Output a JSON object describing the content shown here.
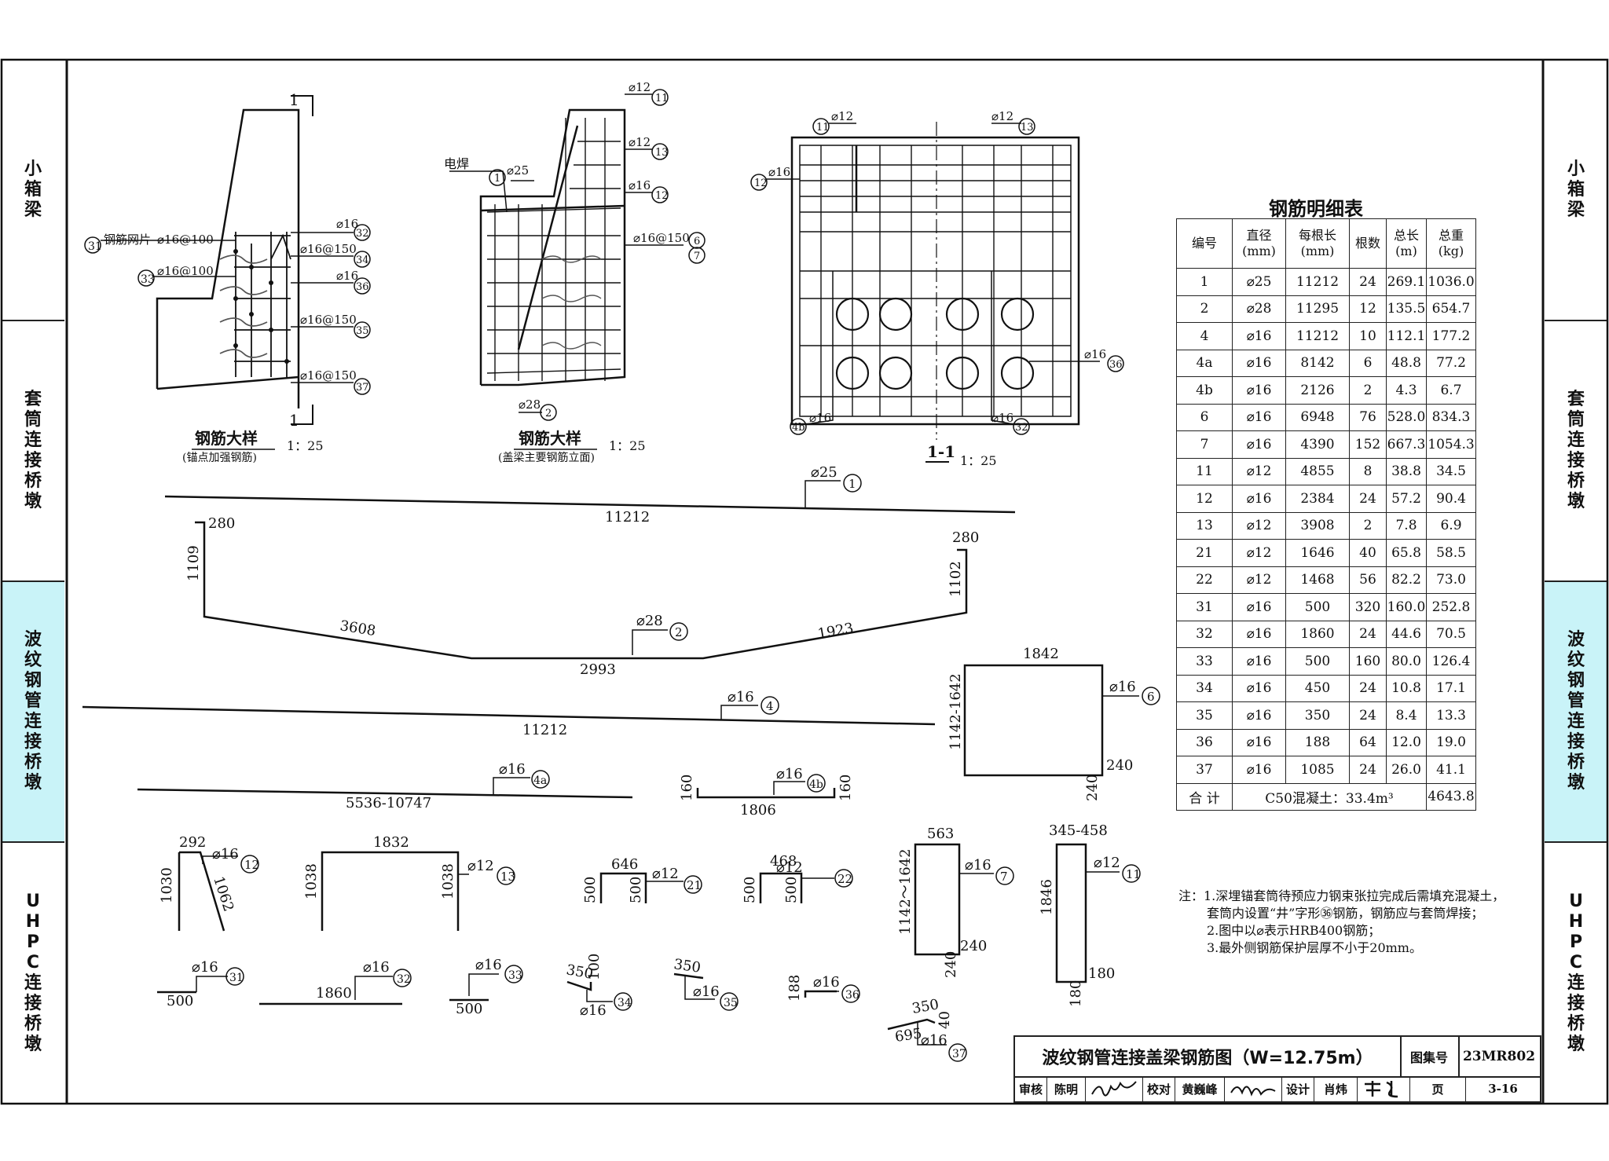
{
  "side_tabs_left": [
    {
      "label": "小箱梁",
      "active": false
    },
    {
      "label": "套筒连接桥墩",
      "active": false
    },
    {
      "label": "波纹钢管连接桥墩",
      "active": true
    },
    {
      "label": "UHPC连接桥墩",
      "active": false
    }
  ],
  "side_tabs_right": [
    {
      "label": "小箱梁",
      "active": false
    },
    {
      "label": "套筒连接桥墩",
      "active": false
    },
    {
      "label": "波纹钢管连接桥墩",
      "active": true
    },
    {
      "label": "UHPC连接桥墩",
      "active": false
    }
  ],
  "colors": {
    "highlight_tab": "#c9f3f8",
    "line": "#111111"
  },
  "views": {
    "detail1": {
      "title": "钢筋大样",
      "subtitle": "(锚点加强钢筋)",
      "scale": "1：25",
      "section_mark": "1",
      "mesh_label": "钢筋网片"
    },
    "detail2": {
      "title": "钢筋大样",
      "subtitle": "(盖梁主要钢筋立面)",
      "scale": "1：25",
      "weld_label": "电焊"
    },
    "section": {
      "title": "1-1",
      "scale": "1：25"
    }
  },
  "callouts": {
    "d1": [
      {
        "spec": "⌀16@100",
        "num": "31"
      },
      {
        "spec": "⌀16@100",
        "num": "33"
      },
      {
        "spec": "⌀16",
        "num": "32"
      },
      {
        "spec": "⌀16@150",
        "num": "34"
      },
      {
        "spec": "⌀16",
        "num": "36"
      },
      {
        "spec": "⌀16@150",
        "num": "35"
      },
      {
        "spec": "⌀16@150",
        "num": "37"
      }
    ],
    "d2": [
      {
        "spec": "⌀25",
        "num": "1"
      },
      {
        "spec": "⌀12",
        "num": "11"
      },
      {
        "spec": "⌀12",
        "num": "13"
      },
      {
        "spec": "⌀16",
        "num": "12"
      },
      {
        "spec": "⌀16@150",
        "num": "6"
      },
      {
        "num": "7"
      },
      {
        "spec": "⌀28",
        "num": "2"
      }
    ],
    "sec": [
      {
        "spec": "⌀12",
        "num": "11"
      },
      {
        "spec": "⌀12",
        "num": "13"
      },
      {
        "spec": "⌀16",
        "num": "12"
      },
      {
        "spec": "⌀16",
        "num": "36"
      },
      {
        "spec": "⌀16",
        "num": "4b"
      },
      {
        "spec": "⌀16",
        "num": "32"
      }
    ]
  },
  "bars": {
    "b1": {
      "spec": "⌀25",
      "num": "1",
      "len": "11212"
    },
    "b2": {
      "spec": "⌀28",
      "num": "2",
      "a": "280",
      "b": "1109",
      "c": "3608",
      "d": "2993",
      "e": "1923",
      "f": "1102",
      "g": "280"
    },
    "b4": {
      "spec": "⌀16",
      "num": "4",
      "len": "11212"
    },
    "b4a": {
      "spec": "⌀16",
      "num": "4a",
      "len": "5536-10747"
    },
    "b4b": {
      "spec": "⌀16",
      "num": "4b",
      "a": "160",
      "len": "1806",
      "b": "160"
    },
    "b6": {
      "spec": "⌀16",
      "num": "6",
      "w": "1842",
      "h": "1142-1642",
      "c": "240",
      "d": "240"
    },
    "b12": {
      "spec": "⌀16",
      "num": "12",
      "a": "292",
      "b": "1030",
      "c": "1062"
    },
    "b13": {
      "spec": "⌀12",
      "num": "13",
      "w": "1832",
      "h1": "1038",
      "h2": "1038"
    },
    "b21": {
      "spec": "⌀12",
      "num": "21",
      "w": "646",
      "h1": "500",
      "h2": "500"
    },
    "b22": {
      "spec": "⌀12",
      "num": "22",
      "w": "468",
      "h1": "500",
      "h2": "500"
    },
    "b7": {
      "spec": "⌀16",
      "num": "7",
      "w": "563",
      "h": "1142～1642",
      "c": "240",
      "d": "240"
    },
    "b11": {
      "spec": "⌀12",
      "num": "11",
      "w": "345-458",
      "h": "1846",
      "c": "180",
      "d": "180"
    },
    "b31": {
      "spec": "⌀16",
      "num": "31",
      "len": "500"
    },
    "b32": {
      "spec": "⌀16",
      "num": "32",
      "len": "1860"
    },
    "b33": {
      "spec": "⌀16",
      "num": "33",
      "len": "500"
    },
    "b34": {
      "spec": "⌀16",
      "num": "34",
      "a": "350",
      "b": "100"
    },
    "b35": {
      "spec": "⌀16",
      "num": "35",
      "a": "350"
    },
    "b36": {
      "spec": "⌀16",
      "num": "36",
      "a": "188"
    },
    "b37": {
      "spec": "⌀16",
      "num": "37",
      "a": "350",
      "b": "40",
      "c": "695"
    }
  },
  "table": {
    "title": "钢筋明细表",
    "headers": [
      "编号",
      "直径\n(mm)",
      "每根长\n(mm)",
      "根数",
      "总长\n(m)",
      "总重\n(kg)"
    ],
    "rows": [
      [
        "1",
        "⌀25",
        "11212",
        "24",
        "269.1",
        "1036.0"
      ],
      [
        "2",
        "⌀28",
        "11295",
        "12",
        "135.5",
        "654.7"
      ],
      [
        "4",
        "⌀16",
        "11212",
        "10",
        "112.1",
        "177.2"
      ],
      [
        "4a",
        "⌀16",
        "8142",
        "6",
        "48.8",
        "77.2"
      ],
      [
        "4b",
        "⌀16",
        "2126",
        "2",
        "4.3",
        "6.7"
      ],
      [
        "6",
        "⌀16",
        "6948",
        "76",
        "528.0",
        "834.3"
      ],
      [
        "7",
        "⌀16",
        "4390",
        "152",
        "667.3",
        "1054.3"
      ],
      [
        "11",
        "⌀12",
        "4855",
        "8",
        "38.8",
        "34.5"
      ],
      [
        "12",
        "⌀16",
        "2384",
        "24",
        "57.2",
        "90.4"
      ],
      [
        "13",
        "⌀12",
        "3908",
        "2",
        "7.8",
        "6.9"
      ],
      [
        "21",
        "⌀12",
        "1646",
        "40",
        "65.8",
        "58.5"
      ],
      [
        "22",
        "⌀12",
        "1468",
        "56",
        "82.2",
        "73.0"
      ],
      [
        "31",
        "⌀16",
        "500",
        "320",
        "160.0",
        "252.8"
      ],
      [
        "32",
        "⌀16",
        "1860",
        "24",
        "44.6",
        "70.5"
      ],
      [
        "33",
        "⌀16",
        "500",
        "160",
        "80.0",
        "126.4"
      ],
      [
        "34",
        "⌀16",
        "450",
        "24",
        "10.8",
        "17.1"
      ],
      [
        "35",
        "⌀16",
        "350",
        "24",
        "8.4",
        "13.3"
      ],
      [
        "36",
        "⌀16",
        "188",
        "64",
        "12.0",
        "19.0"
      ],
      [
        "37",
        "⌀16",
        "1085",
        "24",
        "26.0",
        "41.1"
      ]
    ],
    "total_label": "合 计",
    "total_concrete": "C50混凝土：33.4m³",
    "total_weight": "4643.8"
  },
  "notes": [
    "注：1.深埋锚套筒待预应力钢束张拉完成后需填充混凝土，套筒内设置“井”字形㊱钢筋，钢筋应与套筒焊接；",
    "2.图中以⌀表示HRB400钢筋；",
    "3.最外侧钢筋保护层厚不小于20mm。"
  ],
  "title_block": {
    "drawing_title": "波纹钢管连接盖梁钢筋图（W=12.75m）",
    "atlas_label": "图集号",
    "atlas_no": "23MR802",
    "review_label": "审核",
    "reviewer": "陈明",
    "check_label": "校对",
    "checker": "黄巍峰",
    "design_label": "设计",
    "designer": "肖炜",
    "page_label": "页",
    "page_no": "3-16"
  }
}
